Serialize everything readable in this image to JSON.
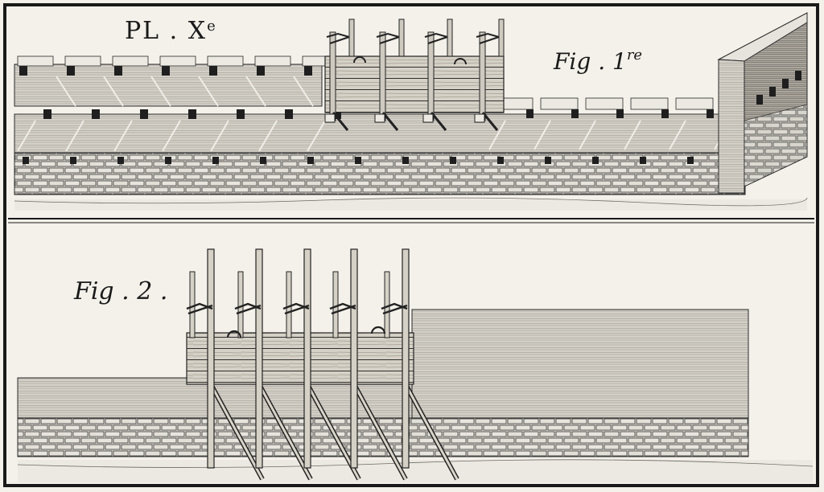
{
  "plate": {
    "title": "PL . X",
    "title_sup": "e"
  },
  "figures": [
    {
      "label": "Fig . 1",
      "label_sup": "re"
    },
    {
      "label": "Fig . 2 ."
    }
  ],
  "colors": {
    "paper": "#f4f1ea",
    "ink": "#1a1a1a",
    "wall_light": "#d9d6cf",
    "wall_mid": "#bdb9b1",
    "wall_dark": "#8f8b84",
    "wood": "#cfcac0"
  }
}
